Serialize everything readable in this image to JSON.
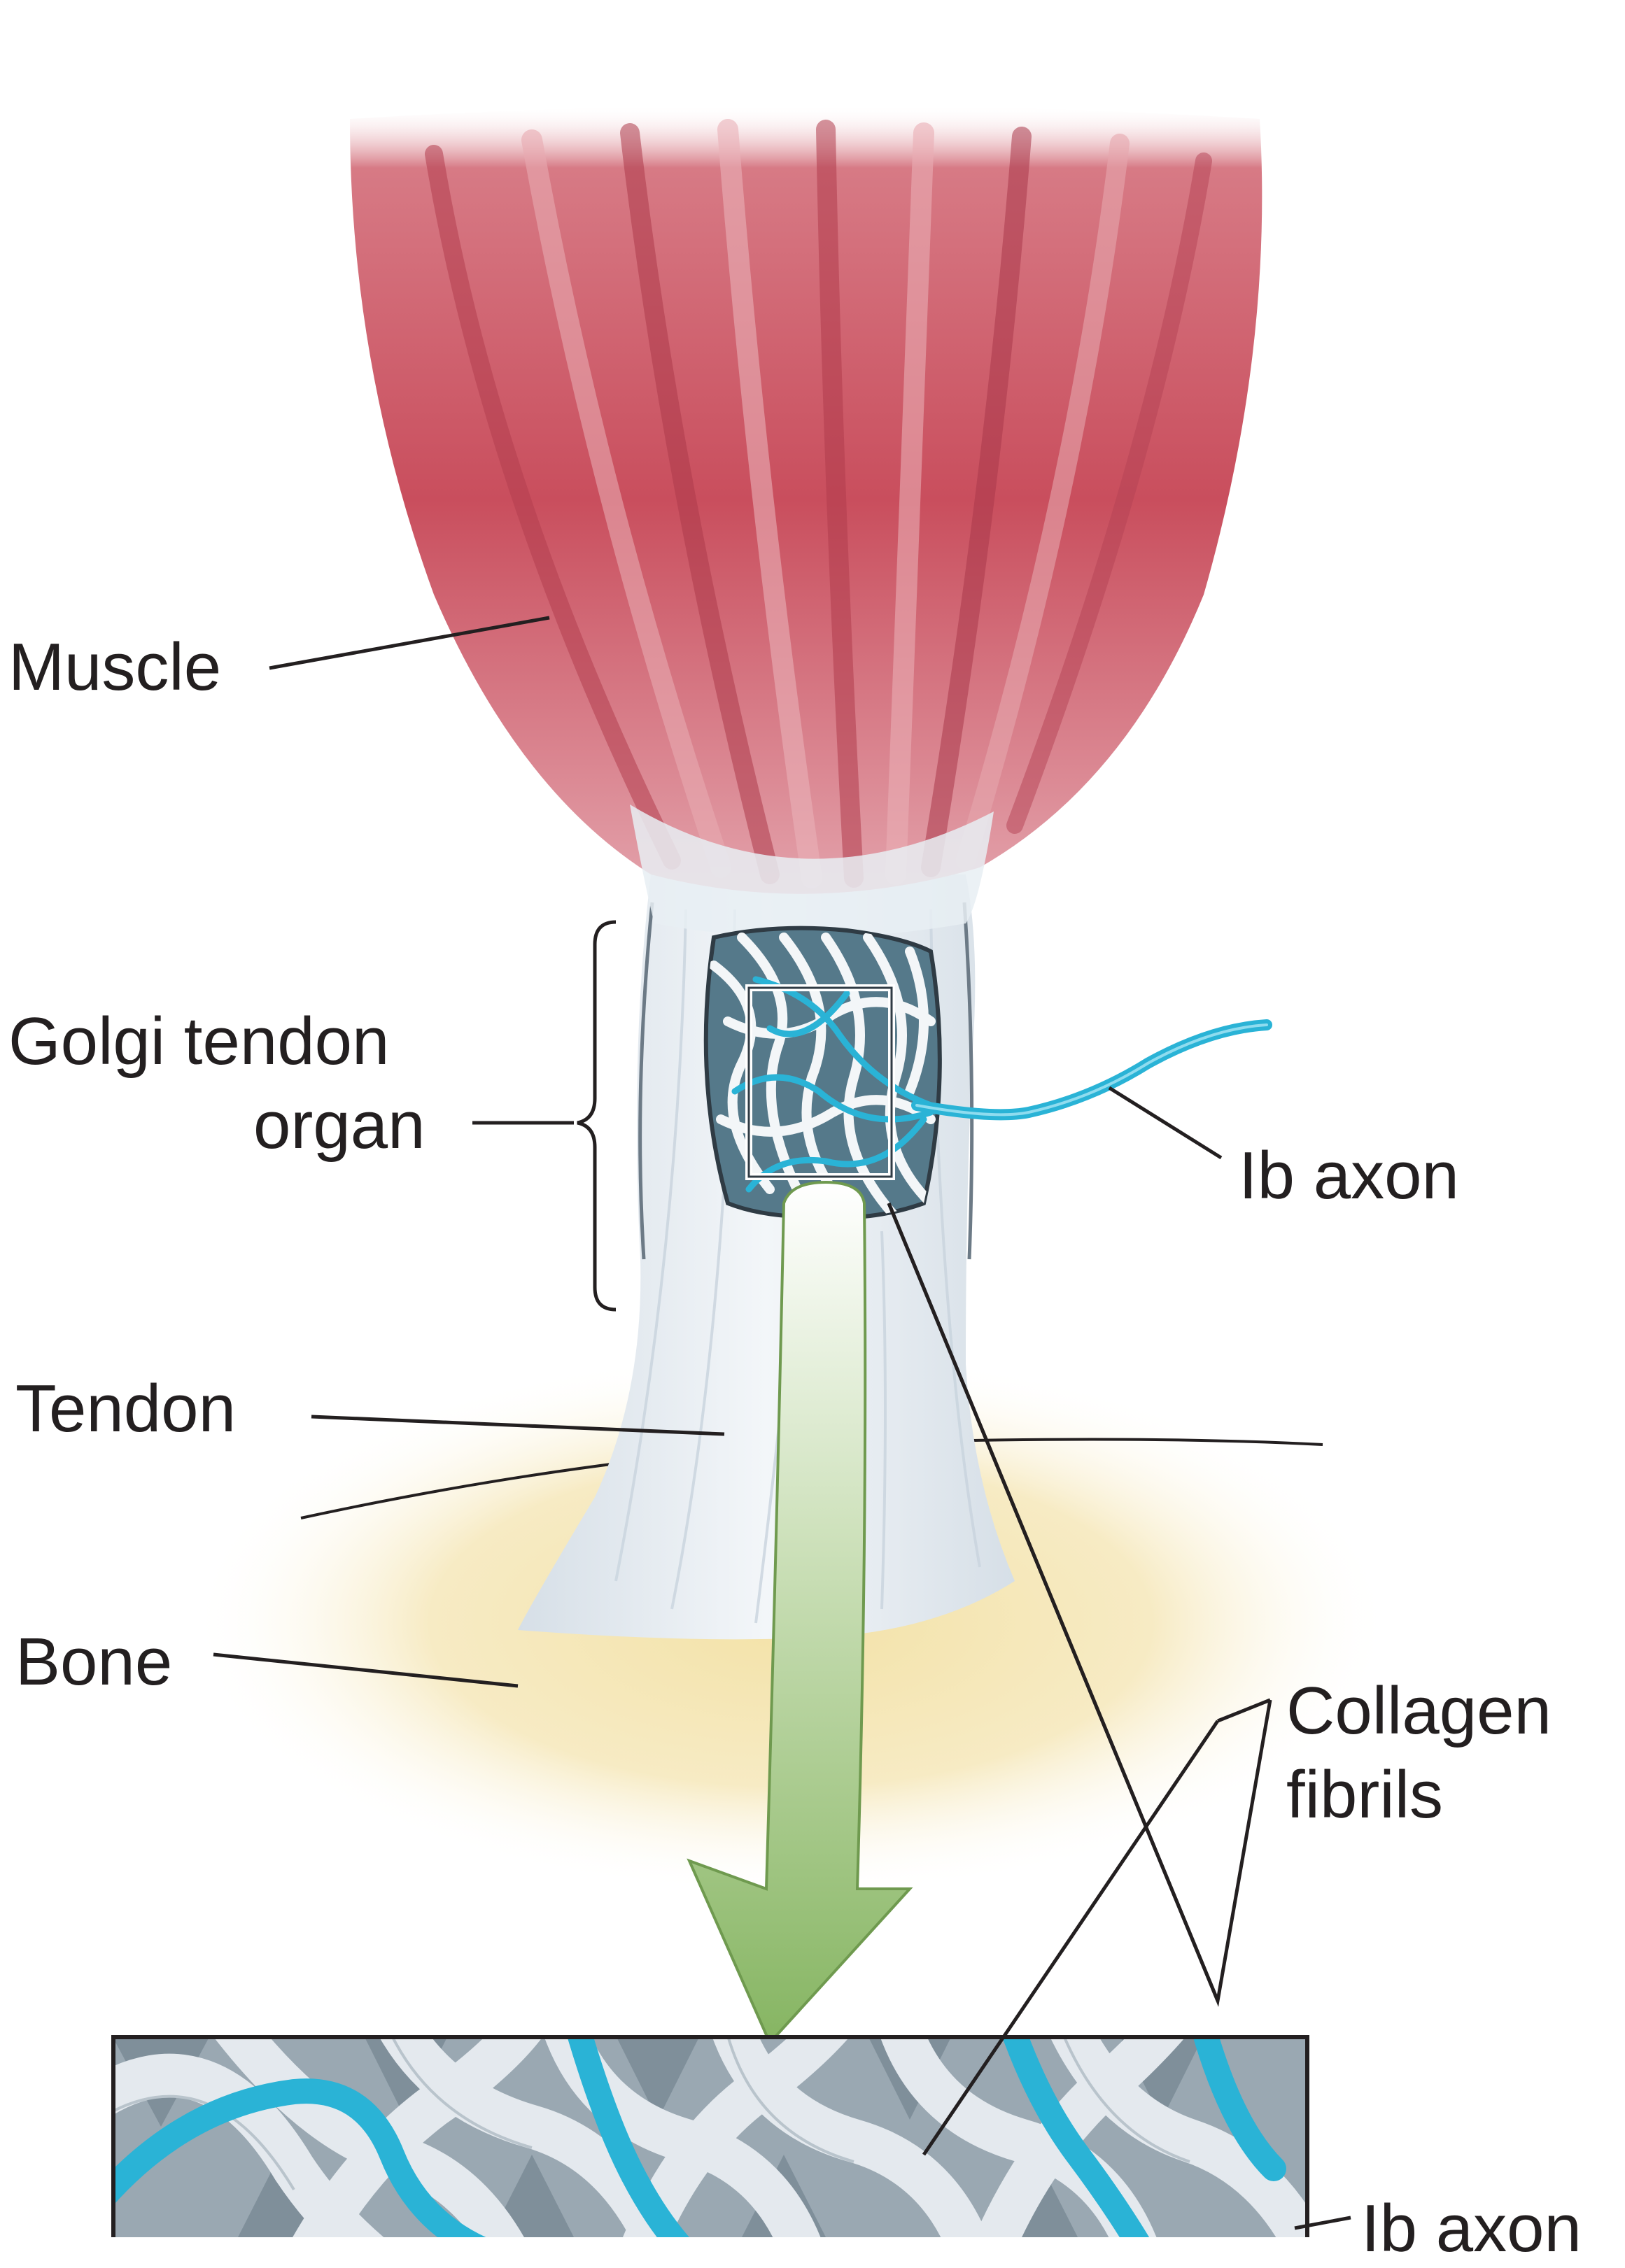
{
  "labels": {
    "muscle": "Muscle",
    "golgi_line1": "Golgi tendon",
    "golgi_line2": "organ",
    "ib_axon": "Ib axon",
    "tendon": "Tendon",
    "bone": "Bone",
    "collagen_line1": "Collagen",
    "collagen_line2": "fibrils",
    "ib_axon_bottom": "Ib axon"
  },
  "colors": {
    "muscle": "#c9505e",
    "muscle_light": "#e8a3aa",
    "tendon": "#e9eef3",
    "bone": "#f5e6b3",
    "axon": "#2ab3d6",
    "collagen": "#e6ebef",
    "capsule_bg": "#5c7d8c",
    "arrow": "#8cba6a",
    "leader": "#231f20"
  }
}
